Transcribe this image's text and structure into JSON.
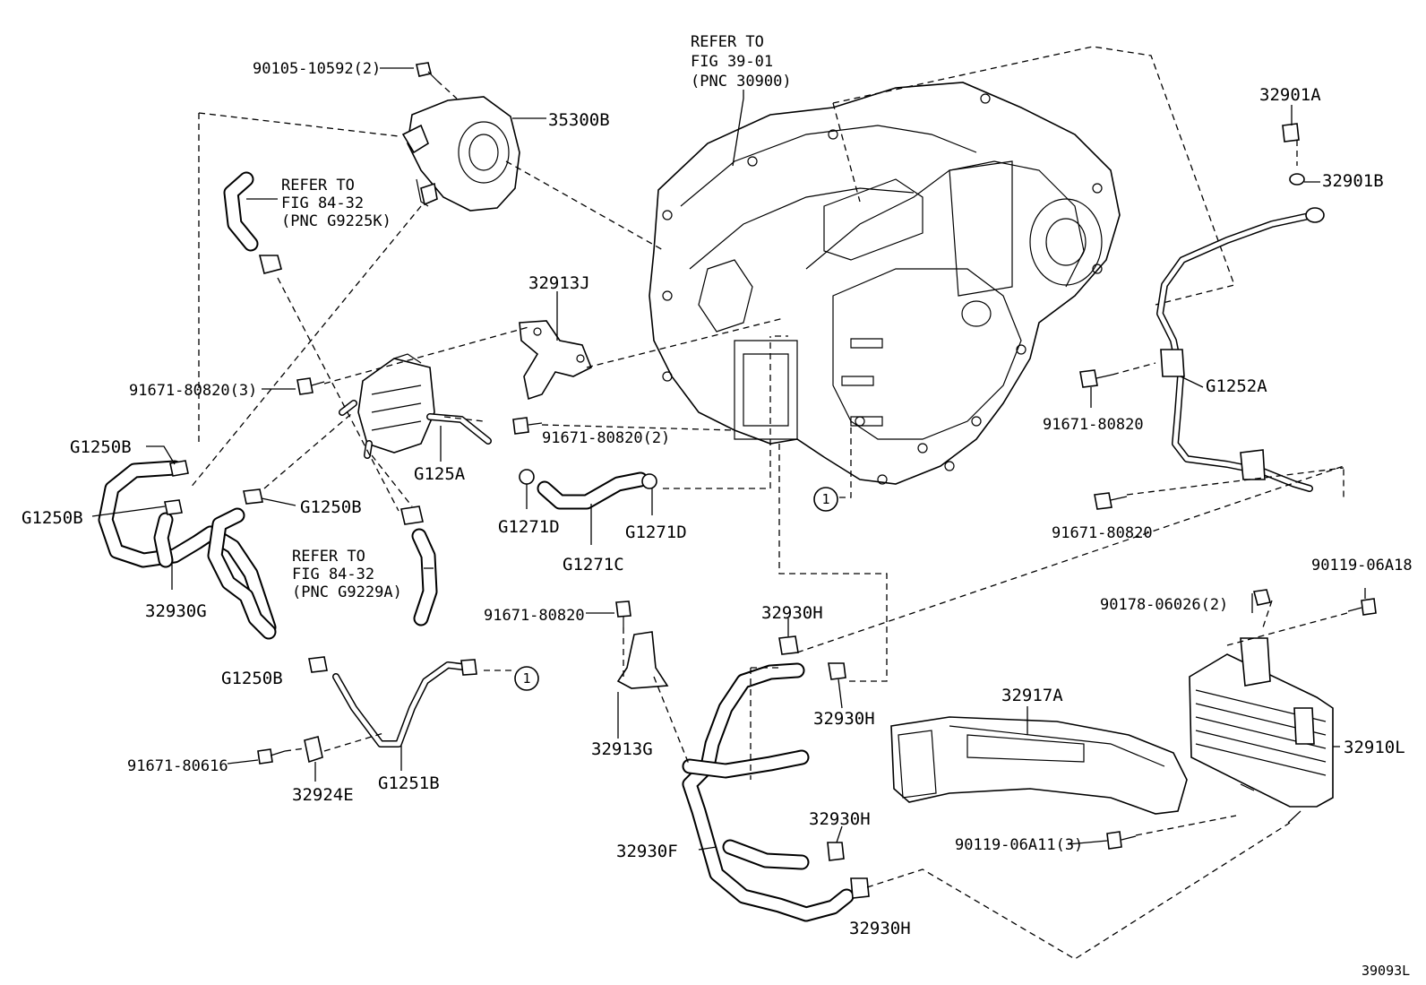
{
  "labels": {
    "p90105": "90105-10592(2)",
    "p35300B": "35300B",
    "refer_fig3901_l1": "REFER TO",
    "refer_fig3901_l2": "FIG 39-01",
    "refer_fig3901_l3": "(PNC 30900)",
    "refer_g9225k_l1": "REFER TO",
    "refer_g9225k_l2": "FIG 84-32",
    "refer_g9225k_l3": "(PNC G9225K)",
    "p32913J": "32913J",
    "p91671_3": "91671-80820(3)",
    "p91671_2": "91671-80820(2)",
    "pG1250B_a": "G1250B",
    "pG1250B_b": "G1250B",
    "pG1250B_c": "G1250B",
    "pG1250B_d": "G1250B",
    "pG125A": "G125A",
    "pG1271D_a": "G1271D",
    "pG1271D_b": "G1271D",
    "pG1271C": "G1271C",
    "p32930G": "32930G",
    "refer_g9229a_l1": "REFER TO",
    "refer_g9229a_l2": "FIG 84-32",
    "refer_g9229a_l3": "(PNC G9229A)",
    "p91671_mid": "91671-80820",
    "p32930H_a": "32930H",
    "p32930H_b": "32930H",
    "p32930H_c": "32930H",
    "p32930H_d": "32930H",
    "p32913G": "32913G",
    "p32930F": "32930F",
    "p91671_80616": "91671-80616",
    "p32924E": "32924E",
    "pG1251B": "G1251B",
    "p32901A": "32901A",
    "p32901B": "32901B",
    "pG1252A": "G1252A",
    "p91671_r1": "91671-80820",
    "p91671_r2": "91671-80820",
    "p90119_06A18": "90119-06A18",
    "p90178": "90178-06026(2)",
    "p32917A": "32917A",
    "p32910L": "32910L",
    "p90119_06A11": "90119-06A11(3)",
    "callout_1a": "1",
    "callout_1b": "1",
    "figure_code": "39093L"
  }
}
